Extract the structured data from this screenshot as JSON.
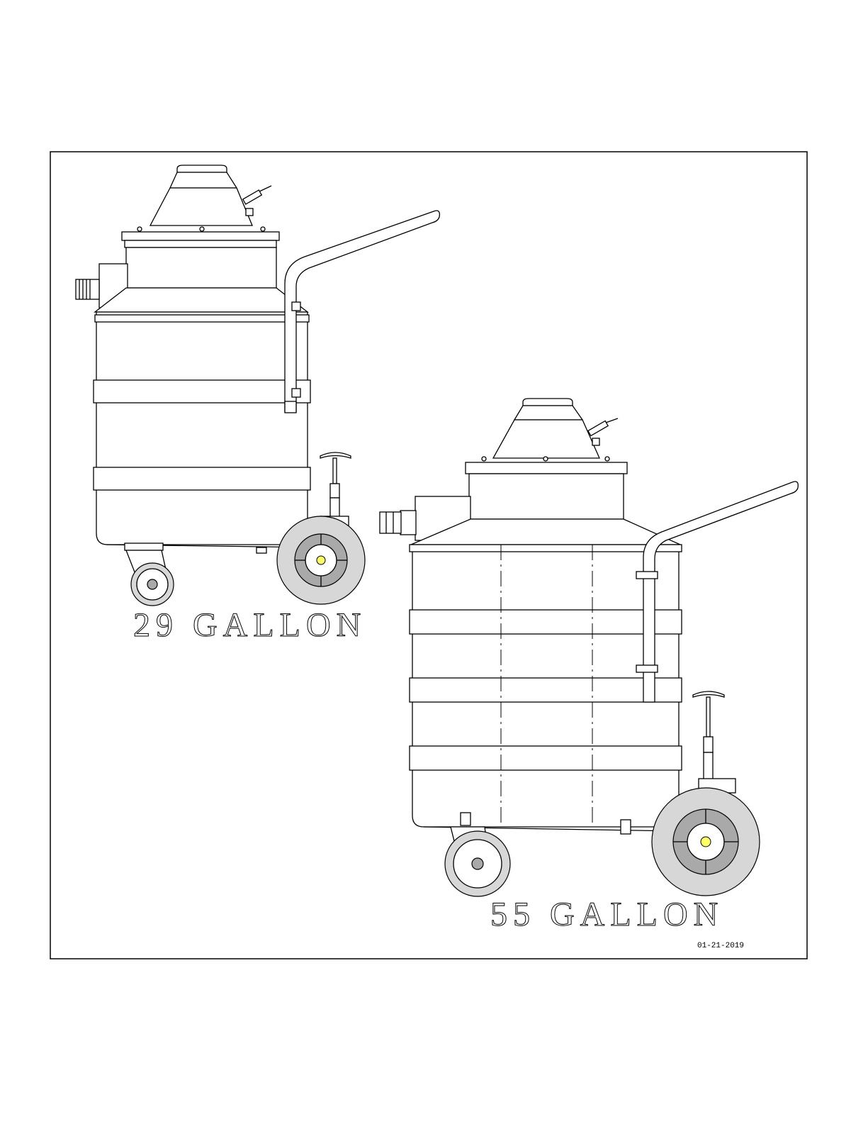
{
  "drawing": {
    "label_29": "29  GALLON",
    "label_55": "55  GALLON",
    "date": "01-21-2019"
  },
  "colors": {
    "line": "#000000",
    "paper": "#ffffff",
    "tire": "#d7d7d7",
    "hub": "#a9a9a9",
    "axle": "#ffff66"
  }
}
